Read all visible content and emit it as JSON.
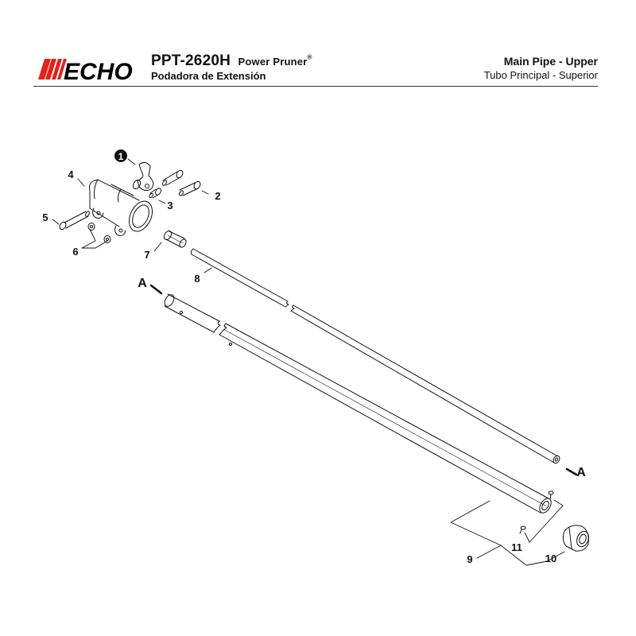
{
  "header": {
    "brand": "ECHO",
    "model": "PPT-2620H",
    "product_en": "Power Pruner",
    "registered": "®",
    "product_es": "Podadora de Extensión",
    "section_en": "Main Pipe - Upper",
    "section_es": "Tubo Principal - Superior"
  },
  "callouts": {
    "p1": "1",
    "p2": "2",
    "p3": "3",
    "p4": "4",
    "p5": "5",
    "p6": "6",
    "p7": "7",
    "p8": "8",
    "p9": "9",
    "p10": "10",
    "p11": "11",
    "ref_a_left": "A",
    "ref_a_right": "A"
  },
  "colors": {
    "brand_red": "#e2231a",
    "line": "#111111"
  }
}
